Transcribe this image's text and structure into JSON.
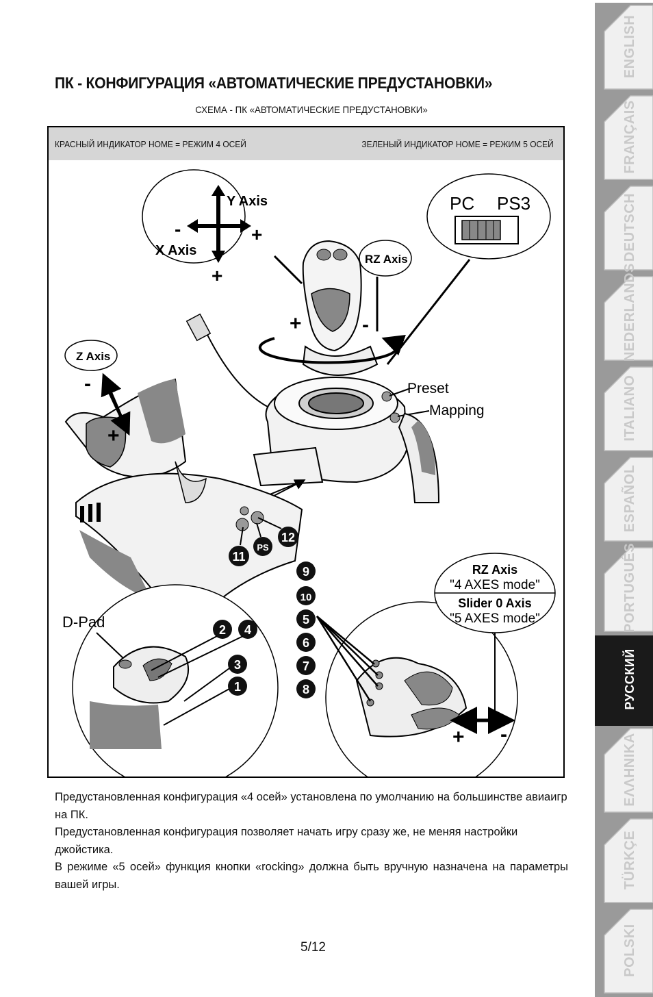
{
  "title": "ПК -  КОНФИГУРАЦИЯ «АВТОМАТИЧЕСКИЕ ПРЕДУСТАНОВКИ»",
  "subtitle": "СХЕМА - ПК «АВТОМАТИЧЕСКИЕ ПРЕДУСТАНОВКИ»",
  "header": {
    "left": "КРАСНЫЙ  ИНДИКАТОР HOME = РЕЖИМ 4 ОСЕЙ",
    "right": "ЗЕЛЕНЫЙ ИНДИКАТОР HOME = РЕЖИМ 5 ОСЕЙ"
  },
  "diagram": {
    "y_axis": "Y Axis",
    "x_axis": "X Axis",
    "minus": "-",
    "plus": "+",
    "rz_axis": "RZ Axis",
    "z_axis": "Z Axis",
    "pc": "PC",
    "ps3": "PS3",
    "preset": "Preset",
    "mapping": "Mapping",
    "dpad": "D-Pad",
    "rz_box_1": "RZ Axis",
    "rz_box_2": "\"4 AXES mode\"",
    "rz_box_3": "Slider 0 Axis",
    "rz_box_4": "\"5 AXES mode\"",
    "btn_11": "11",
    "btn_ps": "PS",
    "btn_12": "12",
    "btn_1": "1",
    "btn_2": "2",
    "btn_3": "3",
    "btn_4": "4",
    "btn_5": "5",
    "btn_6": "6",
    "btn_7": "7",
    "btn_8": "8",
    "btn_9": "9",
    "btn_10": "10"
  },
  "body": {
    "p1": "Предустановленная конфигурация «4 осей» установлена по умолчанию на большинстве авиаигр на ПК.",
    "p2": "Предустановленная конфигурация позволяет начать игру сразу же, не меняя настройки джойстика.",
    "p3": "В режиме «5 осей» функция кнопки «rocking» должна быть вручную назначена на параметры вашей игры."
  },
  "page_number": "5/12",
  "language_tabs": [
    {
      "label": "ENGLISH",
      "active": false
    },
    {
      "label": "FRANÇAIS",
      "active": false
    },
    {
      "label": "DEUTSCH",
      "active": false
    },
    {
      "label": "NEDERLANDS",
      "active": false
    },
    {
      "label": "ITALIANO",
      "active": false
    },
    {
      "label": "ESPAÑOL",
      "active": false
    },
    {
      "label": "PORTUGUÊS",
      "active": false
    },
    {
      "label": "РУССКИЙ",
      "active": true
    },
    {
      "label": "ΕΛΛΗΝΙΚΑ",
      "active": false
    },
    {
      "label": "TÜRKÇE",
      "active": false
    },
    {
      "label": "POLSKI",
      "active": false
    }
  ]
}
